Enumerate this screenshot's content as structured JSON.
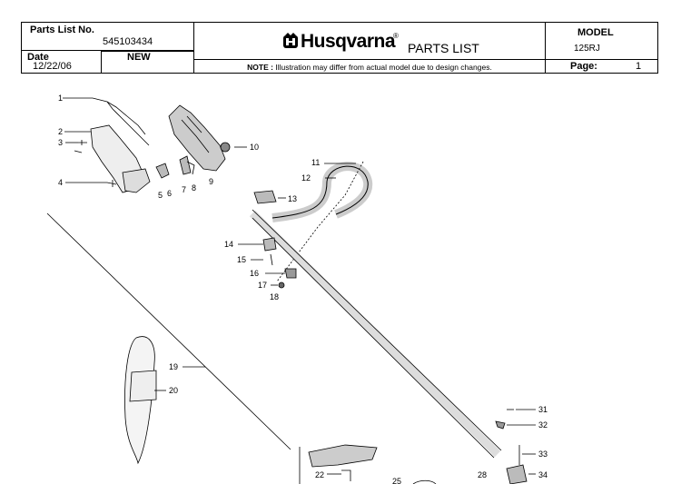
{
  "header": {
    "parts_list_no_label": "Parts List No.",
    "parts_list_no": "545103434",
    "date_label": "Date",
    "date": "12/22/06",
    "status": "NEW",
    "brand": "Husqvarna",
    "registered_mark": "®",
    "title": "PARTS LIST",
    "model_label": "MODEL",
    "model": "125RJ",
    "note_label": "NOTE :",
    "note": "Illustration may differ from actual model due to design changes.",
    "page_label": "Page:",
    "page": "1"
  },
  "callouts": [
    "1",
    "2",
    "3",
    "4",
    "5",
    "6",
    "7",
    "8",
    "9",
    "10",
    "11",
    "12",
    "13",
    "14",
    "15",
    "16",
    "17",
    "18",
    "19",
    "20",
    "22",
    "25",
    "28",
    "31",
    "32",
    "33",
    "34"
  ]
}
